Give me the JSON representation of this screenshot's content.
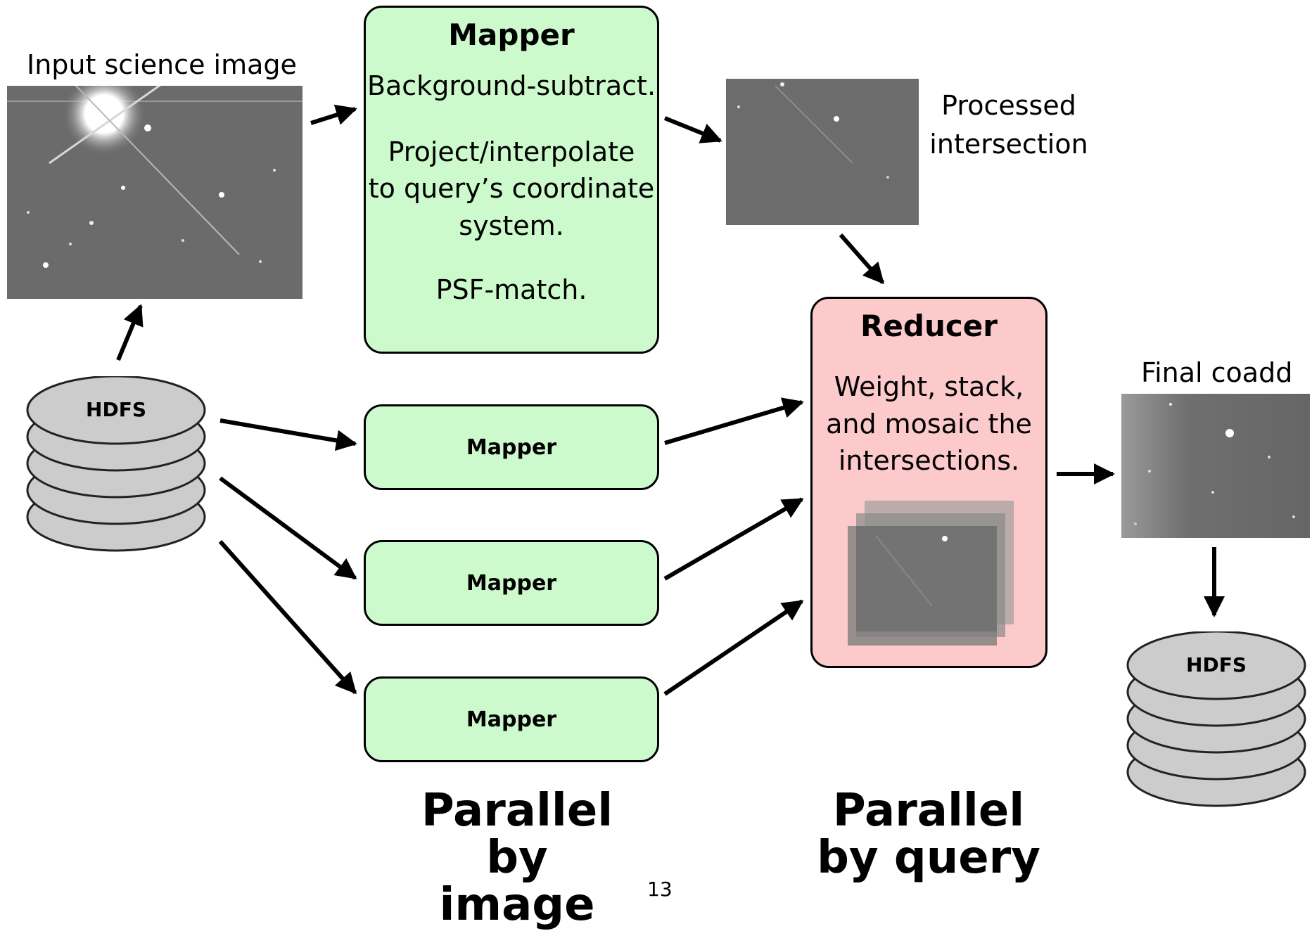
{
  "input_image": {
    "caption": "Input science image"
  },
  "hdfs": {
    "input_label": "HDFS",
    "output_label": "HDFS"
  },
  "main_mapper": {
    "title": "Mapper",
    "step1": "Background-subtract.",
    "step2_line1": "Project/interpolate",
    "step2_line2": "to query’s coordinate",
    "step2_line3": "system.",
    "step3": "PSF-match."
  },
  "mappers": [
    {
      "label": "Mapper"
    },
    {
      "label": "Mapper"
    },
    {
      "label": "Mapper"
    }
  ],
  "processed": {
    "line1": "Processed",
    "line2": "intersection"
  },
  "reducer": {
    "title": "Reducer",
    "line1": "Weight, stack,",
    "line2": "and mosaic the",
    "line3": "intersections."
  },
  "final": {
    "caption": "Final coadd"
  },
  "footer": {
    "left_line1": "Parallel",
    "left_line2": "by image",
    "right_line1": "Parallel",
    "right_line2": "by query"
  },
  "page_number": "13",
  "colors": {
    "mapper_fill": "#ccfacc",
    "reducer_fill": "#fccaca",
    "disk_fill": "#cccccc",
    "sky_gray": "#6a6a6a"
  }
}
